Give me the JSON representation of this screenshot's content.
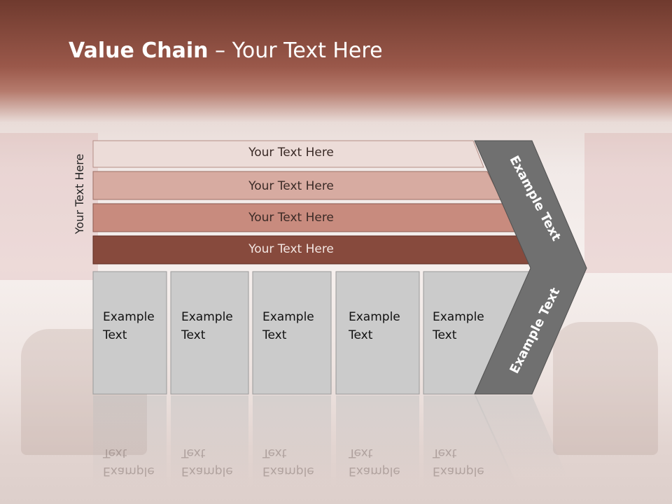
{
  "slide": {
    "title_bold": "Value Chain",
    "title_rest": " – Your Text Here",
    "vertical_label": "Your Text Here",
    "bars": [
      {
        "label": "Your Text Here",
        "color": "#ecdcd8"
      },
      {
        "label": "Your Text Here",
        "color": "#d7aba1"
      },
      {
        "label": "Your Text Here",
        "color": "#c88b7e"
      },
      {
        "label": "Your Text Here",
        "color": "#874a3d"
      }
    ],
    "columns": [
      {
        "label": "Example\nText"
      },
      {
        "label": "Example\nText"
      },
      {
        "label": "Example\nText"
      },
      {
        "label": "Example\nText"
      },
      {
        "label": "Example\nText"
      }
    ],
    "chevron_upper": "Example Text",
    "chevron_lower": "Example Text",
    "colors": {
      "column_fill": "#cbcbcb",
      "chevron_fill": "#707070",
      "title_band": "#8e4f42"
    }
  }
}
